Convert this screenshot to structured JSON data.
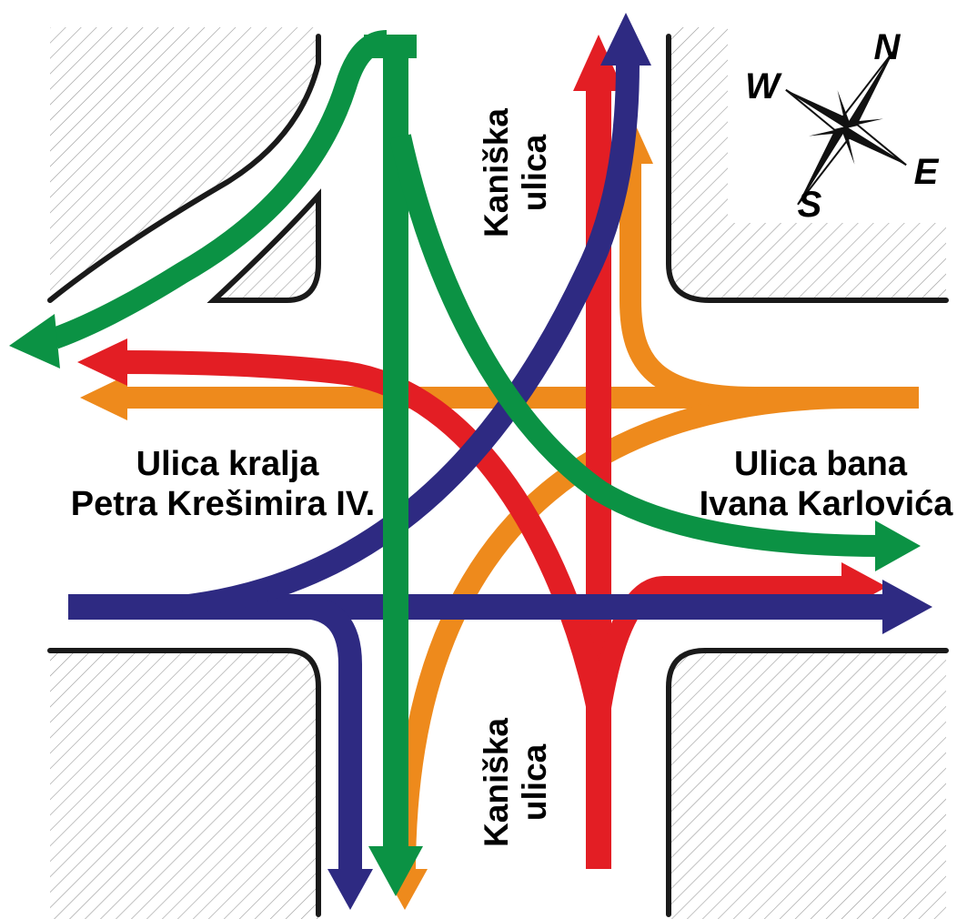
{
  "streets": {
    "west_line1": "Ulica kralja",
    "west_line2": "Petra Krešimira IV.",
    "east_line1": "Ulica bana",
    "east_line2": "Ivana Karlovića",
    "north_line1": "Kaniška",
    "north_line2": "ulica",
    "south_line1": "Kaniška",
    "south_line2": "ulica"
  },
  "compass": {
    "north": "N",
    "south": "S",
    "east": "E",
    "west": "W"
  },
  "flow_colors": {
    "from_north": "#0b9244",
    "from_east": "#ee8a1c",
    "from_south": "#e31e24",
    "from_west": "#2e2a82"
  }
}
